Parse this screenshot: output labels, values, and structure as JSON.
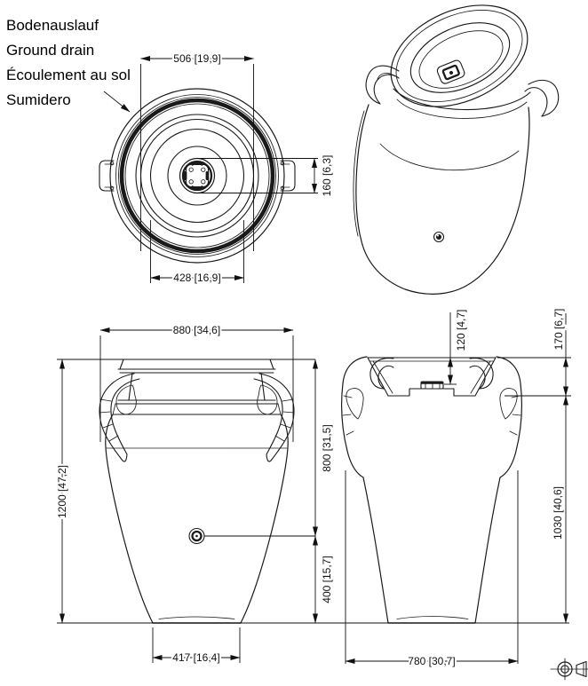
{
  "drawing": {
    "callout": {
      "lines": [
        "Bodenauslauf",
        "Ground drain",
        "Écoulement au sol",
        "Sumidero"
      ]
    },
    "top_view": {
      "dim_lid_diameter": "506 [19,9]",
      "dim_inner_diameter": "428 [16,9]",
      "dim_drain_size": "160 [6,3]"
    },
    "front_view": {
      "dim_overall_width": "880 [34,6]",
      "dim_overall_height": "1200 [47,2]",
      "dim_drain_to_top": "800 [31,5]",
      "dim_ground_to_drain": "400 [15,7]",
      "dim_base_width": "417 [16,4]"
    },
    "side_view": {
      "dim_basin_depth": "120 [4,7]",
      "dim_rim_height": "170 [6,7]",
      "dim_body_height": "1030 [40,6]",
      "dim_overall_depth": "780 [30,7]"
    },
    "symbol": {
      "projection": "first-angle-projection"
    },
    "colors": {
      "line": "#1a1a1a",
      "dim": "#111111",
      "background": "#ffffff"
    }
  }
}
